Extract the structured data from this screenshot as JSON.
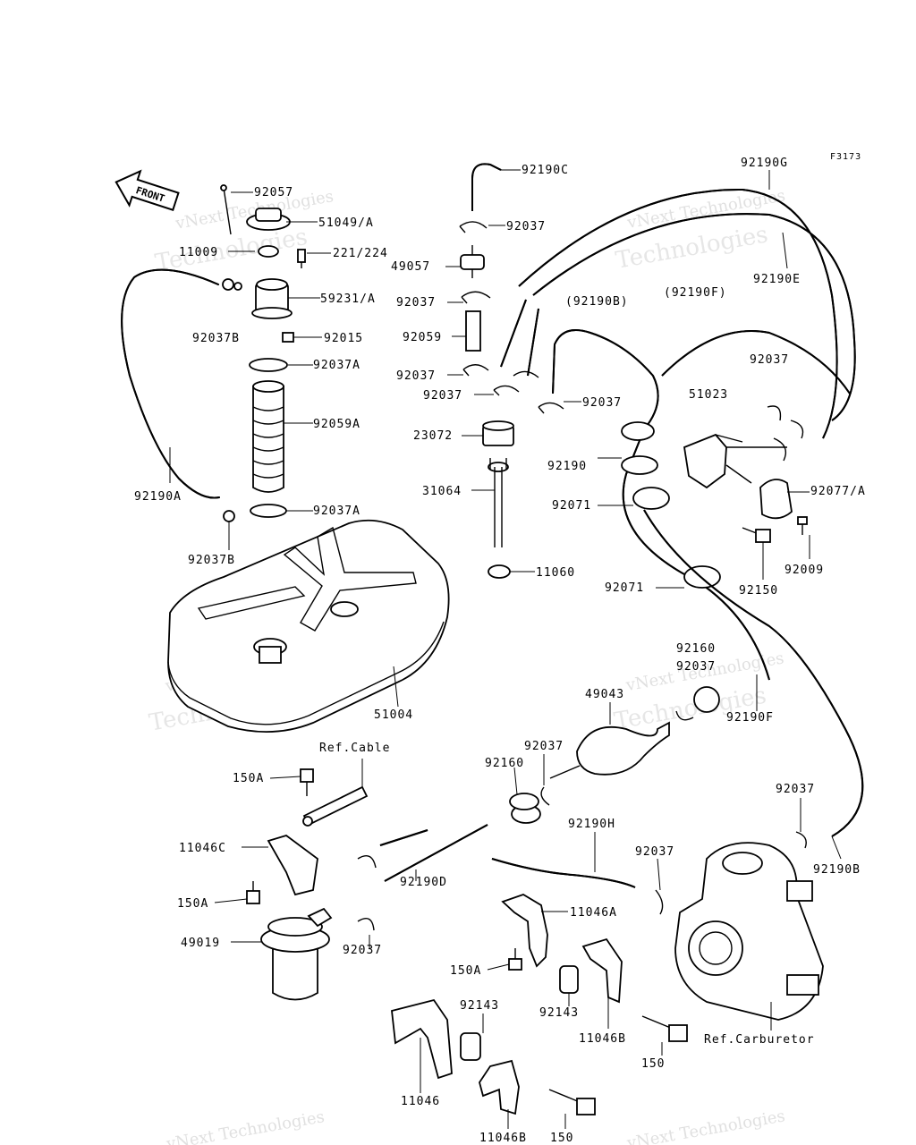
{
  "figure_code": "F3173",
  "front_label": "FRONT",
  "watermark": {
    "line1": "vNext Technologies",
    "line2": "Technologies"
  },
  "labels": {
    "p92057": "92057",
    "p51049": "51049/A",
    "p11009": "11009",
    "p221": "221/224",
    "p59231": "59231/A",
    "p92037B_top": "92037B",
    "p92015": "92015",
    "p92037A_top": "92037A",
    "p92059A": "92059A",
    "p92190A": "92190A",
    "p92037A_bot": "92037A",
    "p92037B_bot": "92037B",
    "p51004": "51004",
    "p92190C": "92190C",
    "p92037_a": "92037",
    "p49057": "49057",
    "p92037_b": "92037",
    "p92059": "92059",
    "p92037_c": "92037",
    "p92037_d": "92037",
    "p92037_e": "92037",
    "p23072": "23072",
    "p31064": "31064",
    "p11060": "11060",
    "p92190G": "92190G",
    "p92190E": "92190E",
    "p92190B_paren": "(92190B)",
    "p92190F_paren": "(92190F)",
    "p92037_f": "92037",
    "p51023": "51023",
    "p92190": "92190",
    "p92071_a": "92071",
    "p92077": "92077/A",
    "p92009": "92009",
    "p92071_b": "92071",
    "p92150": "92150",
    "p92160_top": "92160",
    "p92037_g": "92037",
    "p49043": "49043",
    "p92190F": "92190F",
    "p92037_h": "92037",
    "p92160": "92160",
    "ref_cable": "Ref.Cable",
    "p150A_a": "150A",
    "p11046C": "11046C",
    "p150A_b": "150A",
    "p49019": "49019",
    "p92037_i": "92037",
    "p92190D": "92190D",
    "p92190H": "92190H",
    "p92037_j": "92037",
    "p92037_k": "92037",
    "p92190B": "92190B",
    "p11046A": "11046A",
    "p150A_c": "150A",
    "p92143_a": "92143",
    "p92143_b": "92143",
    "p11046B_a": "11046B",
    "p150_a": "150",
    "ref_carb": "Ref.Carburetor",
    "p11046": "11046",
    "p11046B_b": "11046B",
    "p150_b": "150"
  }
}
